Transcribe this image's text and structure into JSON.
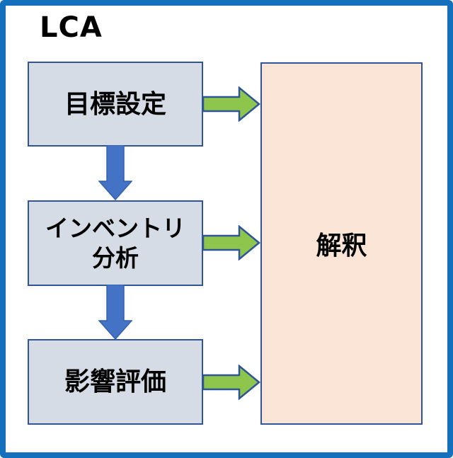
{
  "title": "LCA",
  "colors": {
    "frame": "#1470BD",
    "box_fill": "#D6DCE5",
    "box_border": "#2F5597",
    "interpretation_fill": "#FBE5D6",
    "green_arrow_fill": "#8EC64D",
    "green_arrow_border": "#2F5597",
    "down_arrow_fill": "#4472C4",
    "down_arrow_border": "#3560AE",
    "text": "#000000"
  },
  "flow": {
    "steps": [
      {
        "label": "目標設定"
      },
      {
        "label": "インベントリ\n分析"
      },
      {
        "label": "影響評価"
      }
    ],
    "result": {
      "label": "解釈"
    }
  }
}
